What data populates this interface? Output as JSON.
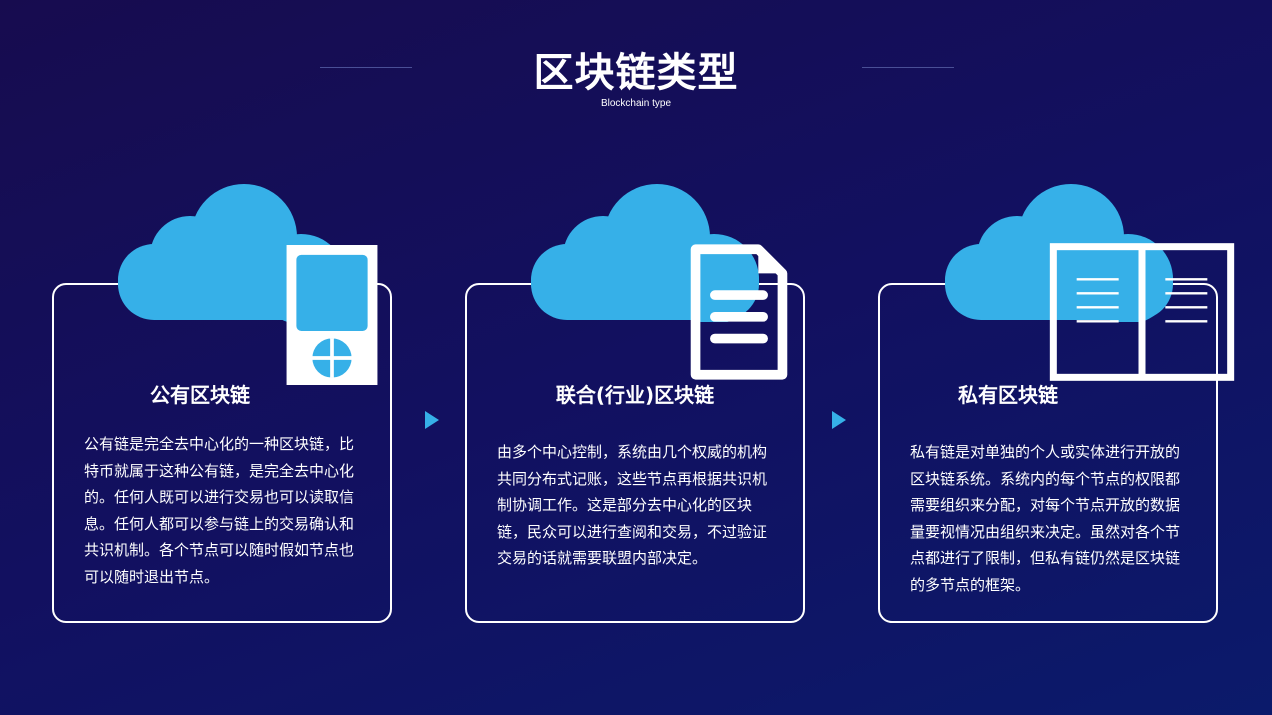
{
  "header": {
    "title": "区块链类型",
    "subtitle": "Blockchain type"
  },
  "colors": {
    "accent": "#36b0e8"
  },
  "cards": [
    {
      "icon": "media-player-icon",
      "title": "公有区块链",
      "body": "公有链是完全去中心化的一种区块链，比特币就属于这种公有链，是完全去中心化的。任何人既可以进行交易也可以读取信息。任何人都可以参与链上的交易确认和共识机制。各个节点可以随时假如节点也可以随时退出节点。"
    },
    {
      "icon": "document-icon",
      "title": "联合(行业)区块链",
      "body": "由多个中心控制，系统由几个权威的机构共同分布式记账，这些节点再根据共识机制协调工作。这是部分去中心化的区块链，民众可以进行查阅和交易，不过验证交易的话就需要联盟内部决定。"
    },
    {
      "icon": "book-icon",
      "title": "私有区块链",
      "body": "私有链是对单独的个人或实体进行开放的区块链系统。系统内的每个节点的权限都需要组织来分配，对每个节点开放的数据量要视情况由组织来决定。虽然对各个节点都进行了限制，但私有链仍然是区块链的多节点的框架。"
    }
  ]
}
